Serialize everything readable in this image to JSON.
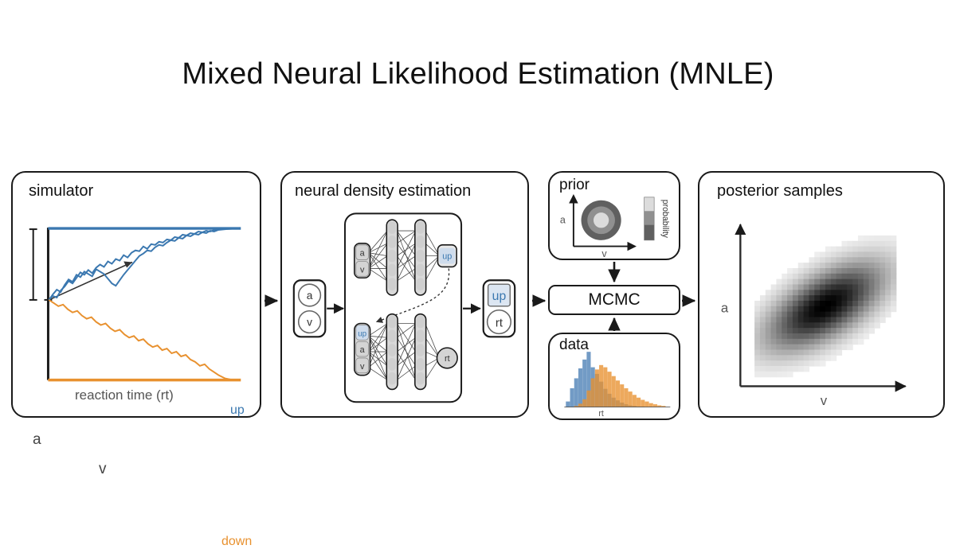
{
  "title": "Mixed Neural Likelihood Estimation (MNLE)",
  "colors": {
    "blue": "#3b78b0",
    "orange": "#e8912f",
    "black": "#1a1a1a",
    "gray_label": "#555555",
    "node_gray": "#d4d4d4",
    "node_blue": "#cfdcec",
    "prior_dark": "#606060",
    "prior_mid": "#909090",
    "prior_light": "#dcdcdc"
  },
  "panels": {
    "simulator": {
      "title": "simulator",
      "xlabel": "reaction time (rt)",
      "boundary_up_label": "up",
      "boundary_down_label": "down",
      "amplitude_label": "a",
      "drift_label": "v"
    },
    "nde": {
      "title": "neural density estimation",
      "input_node": {
        "items": [
          "a",
          "v"
        ]
      },
      "net_top": {
        "input_items": [
          "a",
          "v"
        ],
        "hidden_layers": [
          5,
          5
        ],
        "output_label": "up"
      },
      "net_bottom": {
        "input_items": [
          "up",
          "a",
          "v"
        ],
        "hidden_layers": [
          5,
          5
        ],
        "output_label": "rt"
      },
      "output_node": {
        "items": [
          "up",
          "rt"
        ]
      }
    },
    "prior": {
      "title": "prior",
      "xlabel": "v",
      "ylabel": "a",
      "colorbar_label": "probability",
      "colorbar_bands": [
        "#dcdcdc",
        "#909090",
        "#606060"
      ]
    },
    "mcmc": {
      "label": "MCMC"
    },
    "data": {
      "title": "data",
      "xlabel": "rt"
    },
    "posterior": {
      "title": "posterior samples",
      "xlabel": "v",
      "ylabel": "a"
    }
  },
  "chart_data": [
    {
      "type": "line",
      "name": "simulator-drift-diffusion",
      "title": "simulator",
      "xlabel": "reaction time (rt)",
      "ylabel": "",
      "annotations": [
        "a",
        "v",
        "up",
        "down"
      ],
      "boundaries": {
        "upper": 1.0,
        "lower": 0.0,
        "start": 0.42
      },
      "series": [
        {
          "name": "up-trajectory-1",
          "color": "#3b78b0",
          "x": [
            0,
            0.03,
            0.06,
            0.09,
            0.12,
            0.15,
            0.18,
            0.21,
            0.24,
            0.27,
            0.3,
            0.33,
            0.36,
            0.39,
            0.42,
            0.45,
            0.48,
            0.51,
            0.54,
            0.57,
            0.6,
            0.63,
            0.66,
            0.69,
            0.72,
            0.75,
            0.78,
            0.81,
            0.84,
            0.87,
            0.9,
            0.93,
            0.96,
            1.0
          ],
          "y": [
            0.42,
            0.46,
            0.45,
            0.52,
            0.55,
            0.6,
            0.58,
            0.63,
            0.68,
            0.66,
            0.7,
            0.67,
            0.72,
            0.75,
            0.73,
            0.78,
            0.76,
            0.8,
            0.79,
            0.84,
            0.82,
            0.86,
            0.88,
            0.87,
            0.91,
            0.89,
            0.93,
            0.92,
            0.95,
            0.94,
            0.97,
            0.96,
            0.99,
            1.0
          ]
        },
        {
          "name": "up-trajectory-2",
          "color": "#3b78b0",
          "x": [
            0,
            0.03,
            0.06,
            0.09,
            0.12,
            0.15,
            0.18,
            0.21,
            0.24,
            0.27,
            0.3,
            0.33,
            0.36,
            0.39,
            0.42,
            0.45,
            0.48,
            0.51,
            0.54,
            0.57,
            0.6,
            0.63,
            0.66,
            0.69,
            0.72,
            0.75,
            0.78,
            0.81,
            0.84,
            0.87,
            0.9,
            0.93,
            0.96,
            1.0
          ],
          "y": [
            0.42,
            0.48,
            0.52,
            0.5,
            0.57,
            0.62,
            0.6,
            0.67,
            0.65,
            0.7,
            0.68,
            0.66,
            0.72,
            0.7,
            0.68,
            0.64,
            0.6,
            0.58,
            0.63,
            0.68,
            0.72,
            0.76,
            0.8,
            0.84,
            0.86,
            0.89,
            0.88,
            0.92,
            0.94,
            0.93,
            0.96,
            0.98,
            0.97,
            1.0
          ]
        },
        {
          "name": "down-trajectory",
          "color": "#e8912f",
          "x": [
            0,
            0.03,
            0.06,
            0.09,
            0.12,
            0.15,
            0.18,
            0.21,
            0.24,
            0.27,
            0.3,
            0.33,
            0.36,
            0.39,
            0.42,
            0.45,
            0.48,
            0.51,
            0.54,
            0.57,
            0.6,
            0.63,
            0.66,
            0.69,
            0.72,
            0.75,
            0.78,
            0.81,
            0.84,
            0.87,
            0.9,
            0.93,
            0.96,
            1.0
          ],
          "y": [
            0.42,
            0.4,
            0.38,
            0.39,
            0.36,
            0.34,
            0.35,
            0.32,
            0.3,
            0.31,
            0.28,
            0.26,
            0.27,
            0.24,
            0.22,
            0.23,
            0.2,
            0.18,
            0.19,
            0.16,
            0.17,
            0.14,
            0.12,
            0.13,
            0.11,
            0.12,
            0.09,
            0.1,
            0.07,
            0.08,
            0.05,
            0.04,
            0.02,
            0.0
          ]
        }
      ]
    },
    {
      "type": "bar",
      "name": "data-reaction-time-histograms",
      "title": "data",
      "xlabel": "rt",
      "ylabel": "",
      "bin_centers": [
        0.5,
        1.5,
        2.5,
        3.5,
        4.5,
        5.5,
        6.5,
        7.5,
        8.5,
        9.5,
        10.5,
        11.5,
        12.5,
        13.5,
        14.5,
        15.5,
        16.5,
        17.5,
        18.5,
        19.5,
        20.5,
        21.5,
        22.5,
        23.5
      ],
      "series": [
        {
          "name": "up",
          "color": "#4a7fb5",
          "values": [
            0.1,
            0.34,
            0.52,
            0.7,
            0.86,
            1.0,
            0.72,
            0.6,
            0.46,
            0.33,
            0.24,
            0.17,
            0.12,
            0.08,
            0.05,
            0.03,
            0.02,
            0.01,
            0.01,
            0.0,
            0.0,
            0.0,
            0.0,
            0.0
          ]
        },
        {
          "name": "down",
          "color": "#e8912f",
          "values": [
            0.0,
            0.0,
            0.02,
            0.06,
            0.14,
            0.3,
            0.52,
            0.68,
            0.76,
            0.72,
            0.64,
            0.56,
            0.48,
            0.41,
            0.34,
            0.28,
            0.22,
            0.17,
            0.13,
            0.1,
            0.07,
            0.05,
            0.03,
            0.02
          ]
        }
      ]
    },
    {
      "type": "heatmap",
      "name": "prior-density",
      "title": "prior",
      "xlabel": "v",
      "ylabel": "a",
      "legend_label": "probability",
      "levels": [
        {
          "radius": 1.0,
          "color": "#606060"
        },
        {
          "radius": 0.66,
          "color": "#909090"
        },
        {
          "radius": 0.33,
          "color": "#dcdcdc"
        }
      ]
    },
    {
      "type": "heatmap",
      "name": "posterior-samples-density",
      "title": "posterior samples",
      "xlabel": "v",
      "ylabel": "a",
      "center": [
        0.5,
        0.5
      ],
      "correlation": 0.62,
      "sigma_x": 0.16,
      "sigma_y": 0.12,
      "colormap": "greys"
    }
  ]
}
